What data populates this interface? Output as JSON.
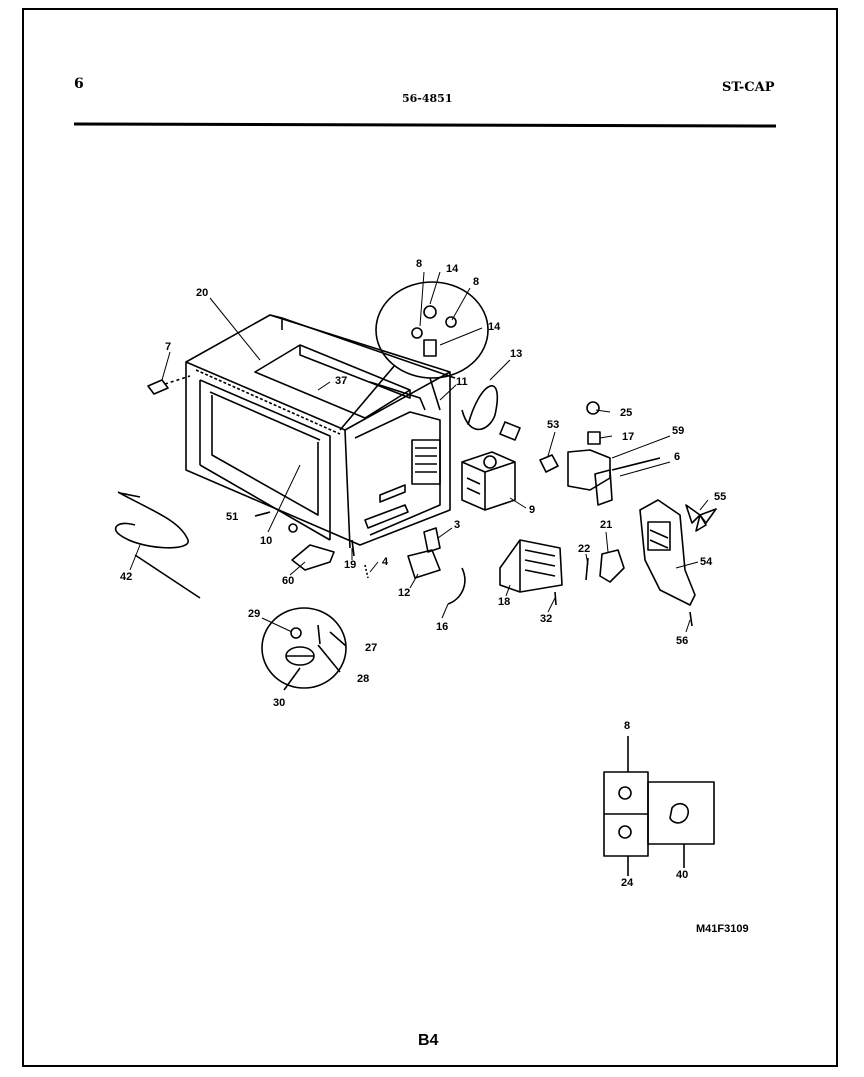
{
  "header": {
    "page_number": "6",
    "model_code": "56-4851",
    "category": "ST-CAP"
  },
  "footer": {
    "drawing_code": "M41F3109",
    "sheet": "B4"
  },
  "part_labels": [
    {
      "id": "p20",
      "text": "20"
    },
    {
      "id": "p7",
      "text": "7"
    },
    {
      "id": "p37",
      "text": "37"
    },
    {
      "id": "p8a",
      "text": "8"
    },
    {
      "id": "p14a",
      "text": "14"
    },
    {
      "id": "p8b",
      "text": "8"
    },
    {
      "id": "p14b",
      "text": "14"
    },
    {
      "id": "p13",
      "text": "13"
    },
    {
      "id": "p11",
      "text": "11"
    },
    {
      "id": "p25",
      "text": "25"
    },
    {
      "id": "p53",
      "text": "53"
    },
    {
      "id": "p17",
      "text": "17"
    },
    {
      "id": "p59",
      "text": "59"
    },
    {
      "id": "p6",
      "text": "6"
    },
    {
      "id": "p9",
      "text": "9"
    },
    {
      "id": "p55",
      "text": "55"
    },
    {
      "id": "p51",
      "text": "51"
    },
    {
      "id": "p10",
      "text": "10"
    },
    {
      "id": "p3",
      "text": "3"
    },
    {
      "id": "p21",
      "text": "21"
    },
    {
      "id": "p22",
      "text": "22"
    },
    {
      "id": "p54",
      "text": "54"
    },
    {
      "id": "p42",
      "text": "42"
    },
    {
      "id": "p60",
      "text": "60"
    },
    {
      "id": "p19",
      "text": "19"
    },
    {
      "id": "p4",
      "text": "4"
    },
    {
      "id": "p12",
      "text": "12"
    },
    {
      "id": "p18",
      "text": "18"
    },
    {
      "id": "p32",
      "text": "32"
    },
    {
      "id": "p16",
      "text": "16"
    },
    {
      "id": "p56",
      "text": "56"
    },
    {
      "id": "p29",
      "text": "29"
    },
    {
      "id": "p27",
      "text": "27"
    },
    {
      "id": "p28",
      "text": "28"
    },
    {
      "id": "p30",
      "text": "30"
    },
    {
      "id": "p8c",
      "text": "8"
    },
    {
      "id": "p24",
      "text": "24"
    },
    {
      "id": "p40",
      "text": "40"
    }
  ]
}
